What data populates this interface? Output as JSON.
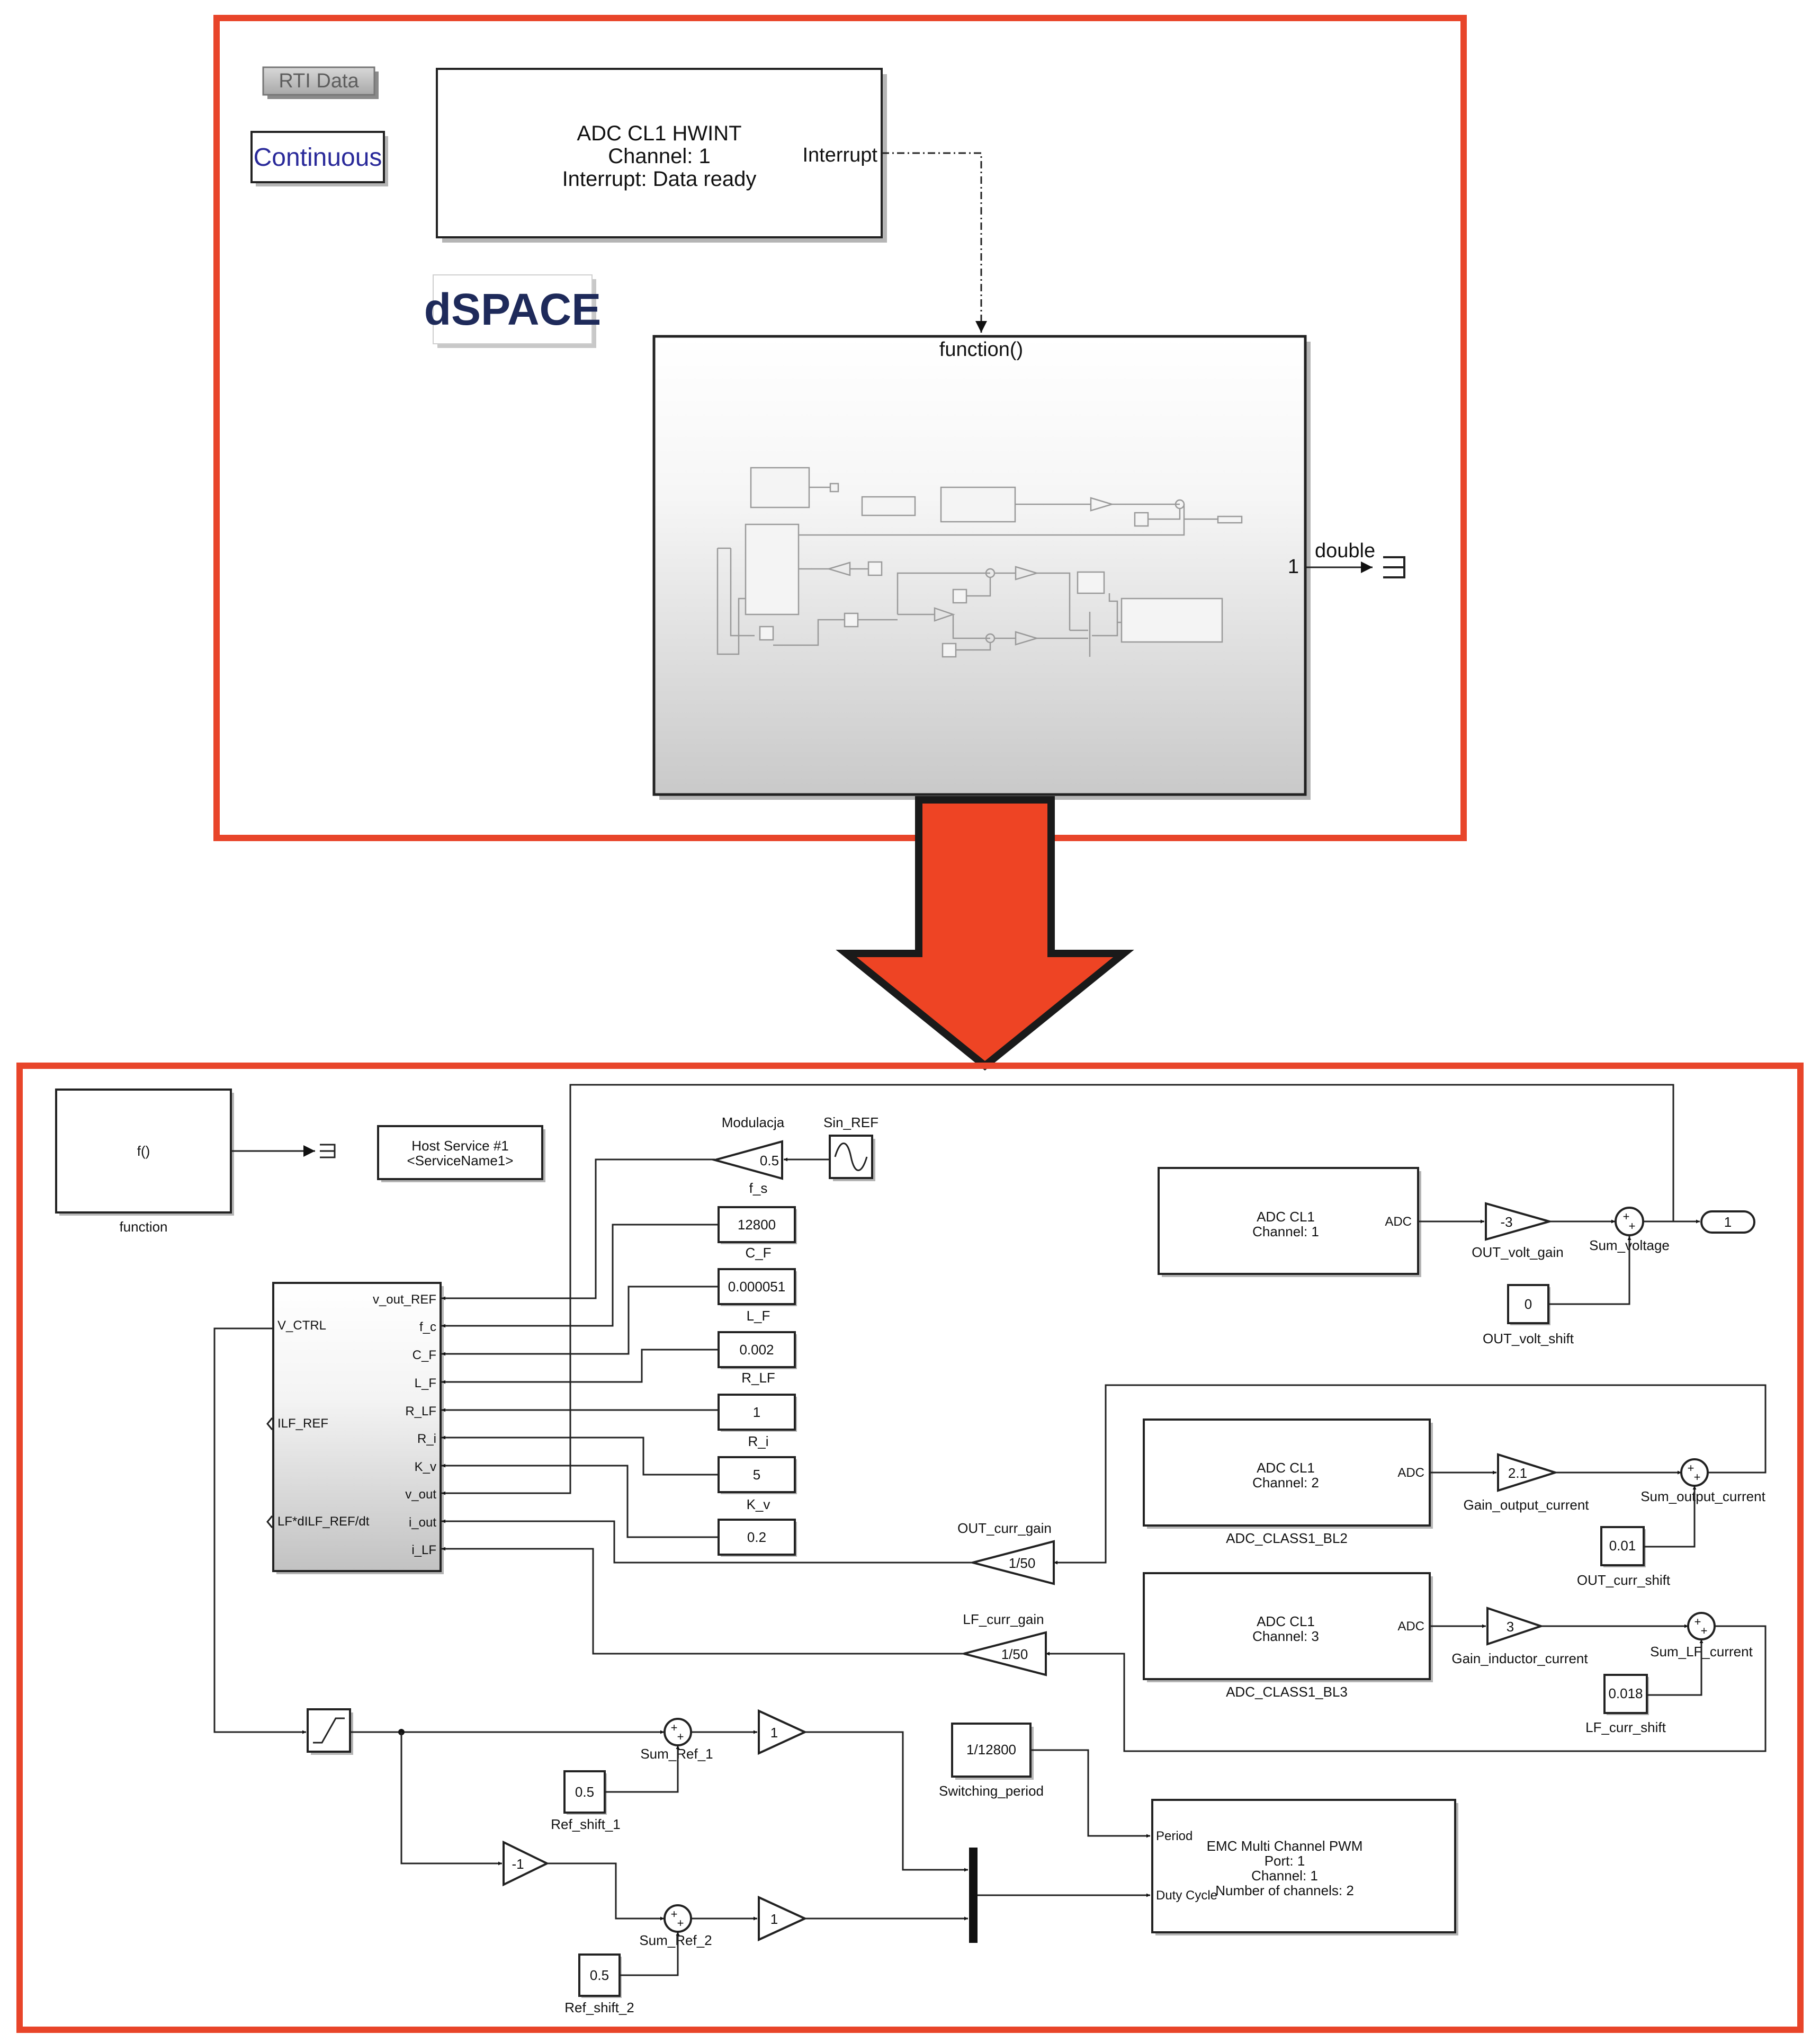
{
  "colors": {
    "frame_red": "#e8452a",
    "arrow_red": "#ee4424",
    "arrow_outline": "#1a1a1a",
    "dspace_red": "#c8102e",
    "dspace_navy": "#1e2a5a",
    "continuous_text": "#2a2a9a"
  },
  "top": {
    "rti_data": "RTI Data",
    "continuous": "Continuous",
    "logo": "dSPACE",
    "adc_hwint": {
      "line1": "ADC CL1 HWINT",
      "line2": "Channel: 1",
      "line3": "Interrupt: Data ready",
      "port": "Interrupt"
    },
    "function_subsystem": {
      "trigger_label": "function()",
      "out_port_number": "1",
      "out_label": "double"
    }
  },
  "bottom": {
    "function_block": {
      "text": "f()",
      "caption": "function"
    },
    "host_service": {
      "line1": "Host Service #1",
      "line2": "<ServiceName1>"
    },
    "modulacja": {
      "label": "Modulacja",
      "value": "0.5"
    },
    "sin_ref_label": "Sin_REF",
    "constants": [
      {
        "label": "f_s",
        "value": "12800"
      },
      {
        "label": "C_F",
        "value": "0.000051"
      },
      {
        "label": "L_F",
        "value": "0.002"
      },
      {
        "label": "R_LF",
        "value": "1"
      },
      {
        "label": "R_i",
        "value": "5"
      },
      {
        "label": "K_v",
        "value": "0.2"
      }
    ],
    "controller": {
      "left_ports": [
        "V_CTRL",
        "ILF_REF",
        "LF*dILF_REF/dt"
      ],
      "right_ports": [
        "v_out_REF",
        "f_c",
        "C_F",
        "L_F",
        "R_LF",
        "R_i",
        "K_v",
        "v_out",
        "i_out",
        "i_LF"
      ]
    },
    "adc1": {
      "line1": "ADC CL1",
      "line2": "Channel: 1",
      "port": "ADC"
    },
    "out_volt_gain": {
      "value": "-3",
      "label": "OUT_volt_gain"
    },
    "sum_voltage": "Sum_voltage",
    "out_volt_shift": {
      "value": "0",
      "label": "OUT_volt_shift"
    },
    "outport_1": "1",
    "adc2": {
      "line1": "ADC CL1",
      "line2": "Channel: 2",
      "port": "ADC",
      "caption": "ADC_CLASS1_BL2"
    },
    "gain_output_current": {
      "value": "2.1",
      "label": "Gain_output_current"
    },
    "sum_output_current": "Sum_output_current",
    "out_curr_shift": {
      "value": "0.01",
      "label": "OUT_curr_shift"
    },
    "out_curr_gain": {
      "value": "1/50",
      "label": "OUT_curr_gain"
    },
    "adc3": {
      "line1": "ADC CL1",
      "line2": "Channel: 3",
      "port": "ADC",
      "caption": "ADC_CLASS1_BL3"
    },
    "gain_inductor_current": {
      "value": "3",
      "label": "Gain_inductor_current"
    },
    "sum_lf_current": "Sum_LF_current",
    "lf_curr_shift": {
      "value": "0.018",
      "label": "LF_curr_shift"
    },
    "lf_curr_gain": {
      "value": "1/50",
      "label": "LF_curr_gain"
    },
    "sum_ref_1": "Sum_Ref_1",
    "gain_ref_1": "1",
    "ref_shift_1": {
      "value": "0.5",
      "label": "Ref_shift_1"
    },
    "neg_gain": "-1",
    "sum_ref_2": "Sum_Ref_2",
    "gain_ref_2": "1",
    "ref_shift_2": {
      "value": "0.5",
      "label": "Ref_shift_2"
    },
    "switching_period": {
      "value": "1/12800",
      "label": "Switching_period"
    },
    "pwm": {
      "line1": "EMC Multi Channel PWM",
      "line2": "Port: 1",
      "line3": "Channel: 1",
      "line4": "Number of channels: 2",
      "port_period": "Period",
      "port_duty": "Duty Cycle"
    }
  }
}
